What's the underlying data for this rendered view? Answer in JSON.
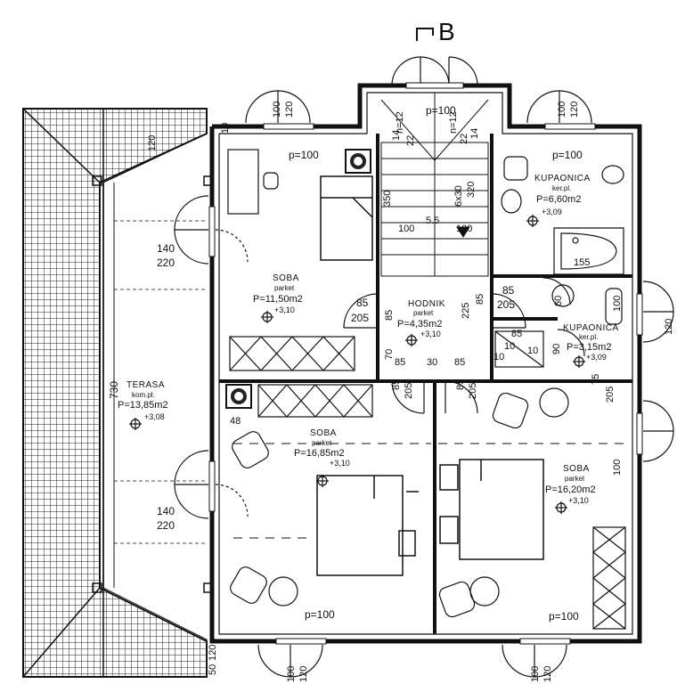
{
  "section_mark": {
    "label": "B"
  },
  "rooms": {
    "terasa": {
      "name": "TERASA",
      "finish": "kom.pl.",
      "area": "P=13,85m2",
      "level": "+3,08"
    },
    "soba1": {
      "name": "SOBA",
      "finish": "parket",
      "area": "P=11,50m2",
      "level": "+3,10"
    },
    "hodnik": {
      "name": "HODNIK",
      "finish": "parket",
      "area": "P=4,35m2",
      "level": "+3,10"
    },
    "kup1": {
      "name": "KUPAONICA",
      "finish": "ker.pl.",
      "area": "P=6,60m2",
      "level": "+3,09"
    },
    "kup2": {
      "name": "KUPAONICA",
      "finish": "ker.pl.",
      "area": "P=3,15m2",
      "level": "+3,09"
    },
    "soba2": {
      "name": "SOBA",
      "finish": "parket",
      "area": "P=16,85m2",
      "level": "+3,10"
    },
    "soba3": {
      "name": "SOBA",
      "finish": "parket",
      "area": "P=16,20m2",
      "level": "+3,10"
    }
  },
  "dimensions": {
    "p100_top_left": "p=100",
    "p100_stair": "p=100",
    "p100_top_right": "p=100",
    "p100_bottom_left": "p=100",
    "p100_bottom_right": "p=100",
    "terrace_door_top_w": "140",
    "terrace_door_top_h": "220",
    "terrace_door_bottom_w": "140",
    "terrace_door_bottom_h": "220",
    "terrace_depth": "730",
    "roof_120": "120",
    "stair_n1": "n=12",
    "stair_n2": "n=12",
    "stair_22a": "22",
    "stair_22b": "22",
    "stair_14a": "14",
    "stair_14b": "14",
    "stair_350": "350",
    "stair_6x30": "6x30",
    "stair_320": "320",
    "stair_100_left": "100",
    "stair_55": "5.5",
    "stair_100_right": "100",
    "door_85_a": "85",
    "door_205_a": "205",
    "door_85_b": "85",
    "door_205_b": "205",
    "hall_225": "225",
    "hall_85_v1": "85",
    "hall_85_v2": "85",
    "hall_70": "70",
    "hall_85_h1": "85",
    "hall_30": "30",
    "hall_85_h2": "85",
    "door_85_c": "85",
    "door_205_c": "205",
    "door_85_d": "85",
    "door_205_d": "205",
    "bath_155": "155",
    "bath_60": "60",
    "bath_85": "85",
    "bath_10a": "10",
    "bath_10b": "10",
    "bath_10c": "10",
    "bath_90": "90",
    "bath2_75": "75",
    "bath2_205": "205",
    "win_100_top_l": "100",
    "win_120_top_l": "120",
    "win_100_top_r": "100",
    "win_120_top_r": "120",
    "win_100_right_1": "100",
    "win_100_right_2": "100",
    "win_120_right": "120",
    "win_100_bl": "100",
    "win_120_bl": "120",
    "win_100_br": "100",
    "win_120_br": "120",
    "wall_48": "48",
    "edge_120": "120",
    "edge_50": "50",
    "edge_10": "10"
  }
}
